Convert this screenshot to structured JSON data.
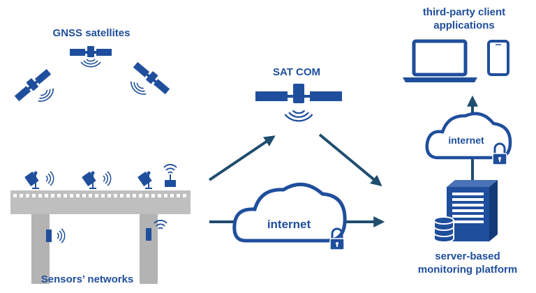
{
  "labels": {
    "gnss": "GNSS satellites",
    "satcom": "SAT COM",
    "sensors": "Sensors’ networks",
    "internet_main": "internet",
    "internet_cloud": "internet",
    "clients_line1": "third-party client",
    "clients_line2": "applications",
    "server_line1": "server-based",
    "server_line2": "monitoring platform"
  },
  "colors": {
    "primary": "#1f4e9c",
    "arrow": "#1f4e6e",
    "bridge": "#bfbfbf",
    "pillar": "#b3b3b3",
    "white": "#ffffff"
  },
  "icons": {
    "satellite": "satellite-icon",
    "cloud": "cloud-icon",
    "lock": "lock-icon",
    "laptop": "laptop-icon",
    "phone": "smartphone-icon",
    "server": "server-icon",
    "database": "database-icon",
    "sensor": "sensor-icon",
    "wifi": "wifi-icon"
  }
}
